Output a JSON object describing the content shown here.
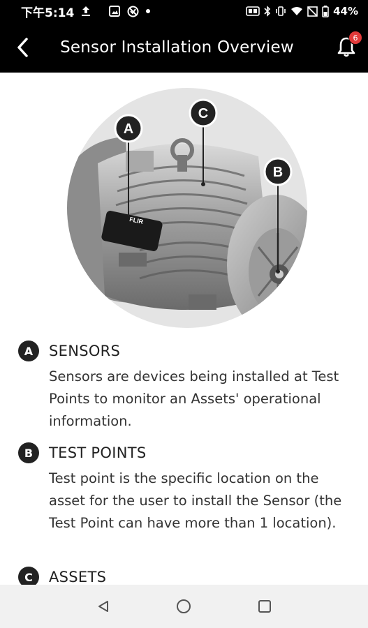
{
  "status_bar": {
    "time": "下午5:14",
    "battery": "44%"
  },
  "header": {
    "title": "Sensor Installation Overview",
    "notification_count": "6"
  },
  "illustration": {
    "brand": "FLIR",
    "callouts": [
      "A",
      "B",
      "C"
    ]
  },
  "sections": [
    {
      "marker": "A",
      "title": "SENSORS",
      "body": "Sensors are devices being installed at Test Points to monitor an Assets' operational information."
    },
    {
      "marker": "B",
      "title": "TEST POINTS",
      "body": "Test point is the specific location on the asset for the user to install the Sensor (the Test Point can have more than 1 location)."
    },
    {
      "marker": "C",
      "title": "ASSETS",
      "body": ""
    }
  ],
  "colors": {
    "bar_background": "#000000",
    "badge": "#e23a3a",
    "marker": "#222222",
    "nav_background": "#f1f1f1"
  }
}
